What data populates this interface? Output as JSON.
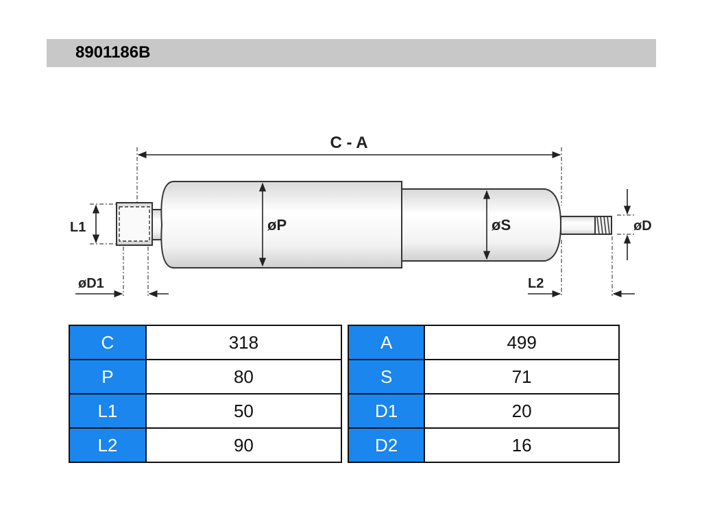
{
  "header": {
    "part_number": "8901186B"
  },
  "diagram": {
    "dim_overall": "C - A",
    "dim_body": "øP",
    "dim_shield": "øS",
    "dim_L1": "L1",
    "dim_D1": "øD1",
    "dim_L2": "L2",
    "dim_D2": "øD"
  },
  "table_left": [
    {
      "key": "C",
      "value": "318"
    },
    {
      "key": "P",
      "value": "80"
    },
    {
      "key": "L1",
      "value": "50"
    },
    {
      "key": "L2",
      "value": "90"
    }
  ],
  "table_right": [
    {
      "key": "A",
      "value": "499"
    },
    {
      "key": "S",
      "value": "71"
    },
    {
      "key": "D1",
      "value": "20"
    },
    {
      "key": "D2",
      "value": "16"
    }
  ],
  "colors": {
    "key_cell": "#1a86ee",
    "header_bar": "#c8c8c8"
  }
}
